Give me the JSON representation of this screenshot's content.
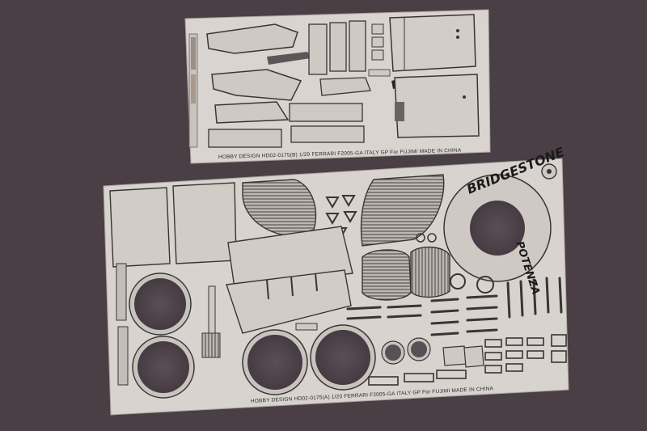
{
  "photo": {
    "subject": "Photo-etched detail parts sheets for a 1/20 Ferrari F2005 model kit",
    "background_color": "#4a3f45",
    "metal_color": "#d8d3ce"
  },
  "sheet_b": {
    "caption": "HOBBY DESIGN   HD02-0175(B)   1/20  FERRARI  F2005-GA  ITALY  GP   For FUJIMI   MADE IN CHINA"
  },
  "sheet_a": {
    "caption": "HOBBY DESIGN   HD02-0175(A)   1/20  FERRARI  F2005-GA  ITALY  GP   For FUJIMI   MADE IN CHINA",
    "tire_brand": "BRIDGESTONE",
    "tire_model": "POTENZA"
  }
}
